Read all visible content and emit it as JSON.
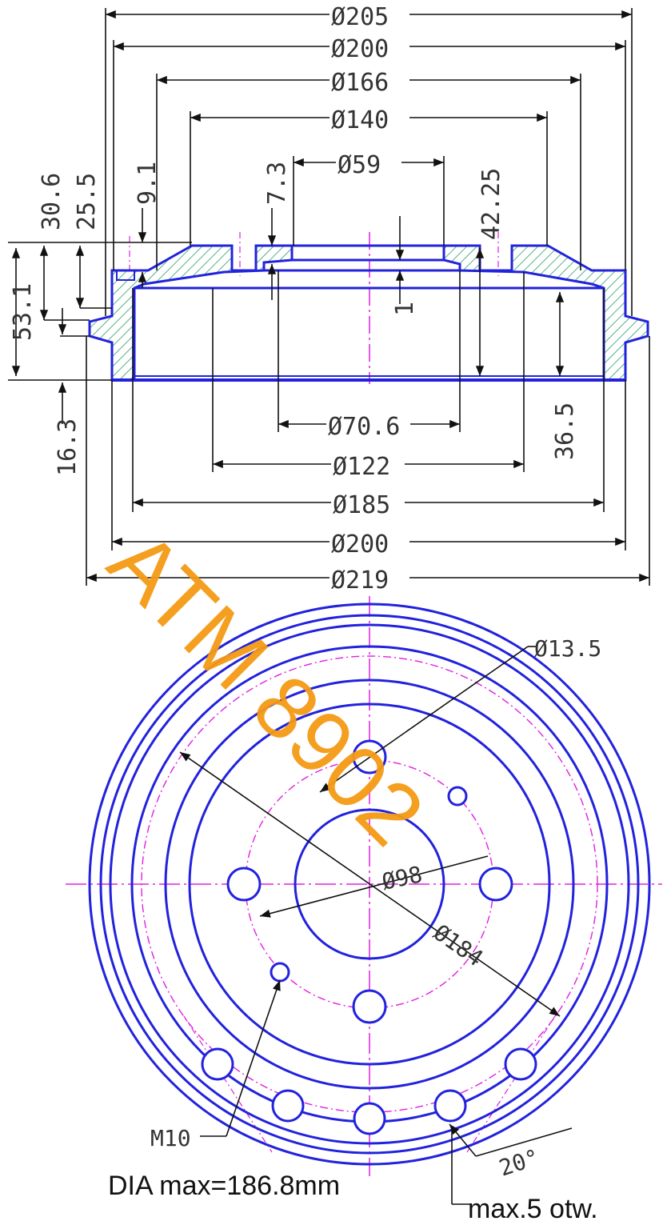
{
  "colors": {
    "outline": "#2222dd",
    "center_line": "#e020e0",
    "hatch": "#2aa066",
    "dimension": "#111111",
    "watermark": "#f59a16"
  },
  "section_view": {
    "top_diameters": [
      "Ø205",
      "Ø200",
      "Ø166",
      "Ø140",
      "Ø59"
    ],
    "bottom_diameters": [
      "Ø70.6",
      "Ø122",
      "Ø185",
      "Ø200",
      "Ø219"
    ],
    "left_heights": [
      "30.6",
      "25.5",
      "9.1",
      "53.1",
      "16.3"
    ],
    "center_heights": [
      "7.3",
      "42.25",
      "1"
    ],
    "right_height": "36.5"
  },
  "plan_view": {
    "hole_diameter": "Ø13.5",
    "bolt_circle": "Ø98",
    "outer_circle": "Ø184",
    "thread": "M10",
    "angle": "20°"
  },
  "notes": {
    "dia_max": "DIA max=186.8mm",
    "max_holes": "max.5 otw."
  },
  "watermark": "ATM 8902"
}
